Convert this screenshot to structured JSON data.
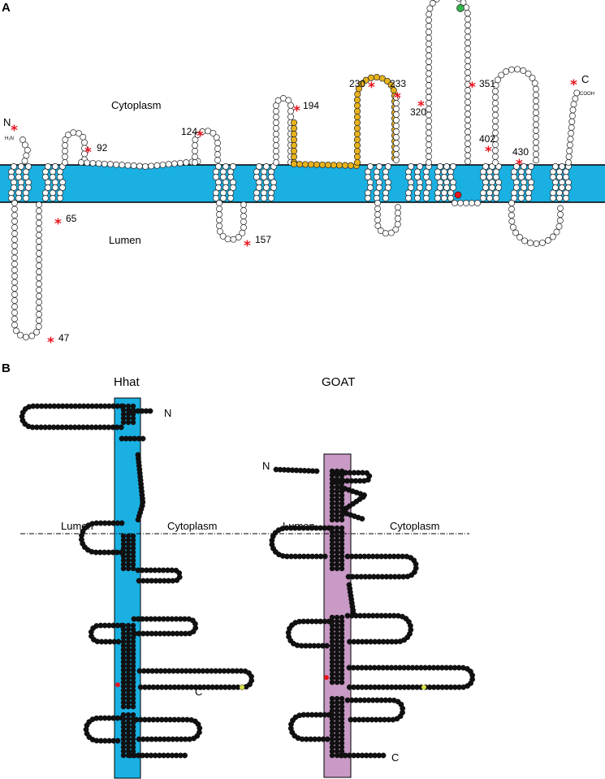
{
  "colors": {
    "membrane_blue": "#1ab0e2",
    "membrane_pink": "#c99ac6",
    "highlight_gold": "#e7b21c",
    "mark_red": "#e8141d",
    "residue_green": "#33b54a",
    "residue_yellow": "#d9e04a"
  },
  "panel_a": {
    "letter": "A",
    "cytoplasm_label": "Cytoplasm",
    "lumen_label": "Lumen",
    "n_label": "N",
    "c_label": "C",
    "n_term_text": "H₂N",
    "c_term_text": "COOH",
    "sites": [
      "92",
      "124",
      "194",
      "230",
      "233",
      "351",
      "320",
      "402",
      "430",
      "65",
      "157",
      "47"
    ]
  },
  "panel_b": {
    "letter": "B",
    "hhat": {
      "title": "Hhat",
      "n_label": "N",
      "c_label": "C",
      "lumen_label": "Lumen",
      "cytoplasm_label": "Cytoplasm"
    },
    "goat": {
      "title": "GOAT",
      "n_label": "N",
      "c_label": "C",
      "lumen_label": "Lumen",
      "cytoplasm_label": "Cytoplasm"
    }
  }
}
